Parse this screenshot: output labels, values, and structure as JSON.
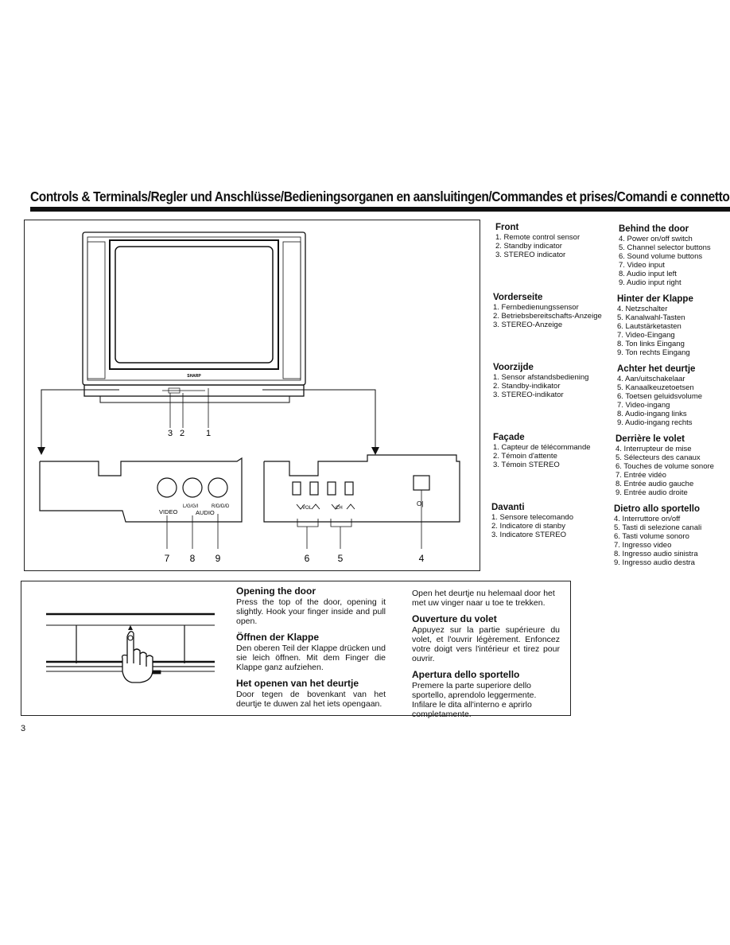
{
  "page_title": "Controls & Terminals/Regler und Anschlüsse/Bedieningsorganen en aansluitingen/Commandes et prises/Comandi e connettori",
  "diagram": {
    "brand_label": "SHARP",
    "front_callouts": [
      "3",
      "2",
      "1"
    ],
    "jack_labels": {
      "video": "VIDEO",
      "audio": "AUDIO",
      "left": "L/G/G/I",
      "right": "R/D/D/D"
    },
    "panel_labels": {
      "volume": "VOL",
      "channel": "CH",
      "power": "O|"
    },
    "bottom_callouts": [
      "7",
      "8",
      "9",
      "6",
      "5",
      "4"
    ]
  },
  "sections": {
    "front": {
      "title": "Front",
      "items": [
        "1. Remote control sensor",
        "2. Standby indicator",
        "3. STEREO indicator"
      ]
    },
    "behind": {
      "title": "Behind the door",
      "items": [
        "4. Power on/off switch",
        "5. Channel selector buttons",
        "6. Sound volume buttons",
        "7. Video input",
        "8. Audio input left",
        "9. Audio input right"
      ]
    },
    "vorderseite": {
      "title": "Vorderseite",
      "items": [
        "1. Fernbedienungssensor",
        "2. Betriebsbereitschafts-Anzeige",
        "3. STEREO-Anzeige"
      ]
    },
    "hinter": {
      "title": "Hinter der Klappe",
      "items": [
        "4. Netzschalter",
        "5. Kanalwahl-Tasten",
        "6. Lautstärketasten",
        "7. Video-Eingang",
        "8. Ton links Eingang",
        "9. Ton rechts Eingang"
      ]
    },
    "voorzijde": {
      "title": "Voorzijde",
      "items": [
        "1. Sensor afstandsbediening",
        "2. Standby-indikator",
        "3. STEREO-indikator"
      ]
    },
    "achter": {
      "title": "Achter het deurtje",
      "items": [
        "4. Aan/uitschakelaar",
        "5. Kanaalkeuzetoetsen",
        "6. Toetsen geluidsvolume",
        "7. Video-ingang",
        "8. Audio-ingang links",
        "9. Audio-ingang rechts"
      ]
    },
    "facade": {
      "title": "Façade",
      "items": [
        "1. Capteur de télécommande",
        "2. Témoin d'attente",
        "3. Témoin STEREO"
      ]
    },
    "derriere": {
      "title": "Derrière le volet",
      "items": [
        "4. Interrupteur de mise",
        "5. Sélecteurs des canaux",
        "6. Touches de volume sonore",
        "7. Entrée vidéo",
        "8. Entrée audio gauche",
        "9. Entrée audio droite"
      ]
    },
    "davanti": {
      "title": "Davanti",
      "items": [
        "1. Sensore telecomando",
        "2. Indicatore di stanby",
        "3. Indicatore STEREO"
      ]
    },
    "dietro": {
      "title": "Dietro allo sportello",
      "items": [
        "4. Interruttore on/off",
        "5. Tasti di selezione canali",
        "6. Tasti volume sonoro",
        "7. Ingresso video",
        "8. Ingresso audio sinistra",
        "9. Ingresso audio destra"
      ]
    }
  },
  "door": {
    "en_title": "Opening the door",
    "en_text": "Press the top of the door, opening it slightly. Hook your finger inside and pull open.",
    "de_title": "Öffnen der Klappe",
    "de_text": "Den oberen Teil der Klappe drücken und sie leich öffnen. Mit dem Finger die Klappe ganz aufziehen.",
    "nl_title": "Het openen van het deurtje",
    "nl_text": "Door tegen de bovenkant van het deurtje te duwen zal het iets opengaan.",
    "nl_cont": "Open het deurtje nu helemaal door het met uw vinger naar u toe te trekken.",
    "fr_title": "Ouverture du volet",
    "fr_text": "Appuyez sur la partie supérieure du volet, et l'ouvrir légèrement. Enfoncez votre doigt vers l'intérieur et tirez pour ouvrir.",
    "it_title": "Apertura dello sportello",
    "it_text": "Premere la parte superiore dello sportello, aprendolo leggermente. Infilare le dita all'interno e aprirlo completamente."
  },
  "page_number": "3"
}
